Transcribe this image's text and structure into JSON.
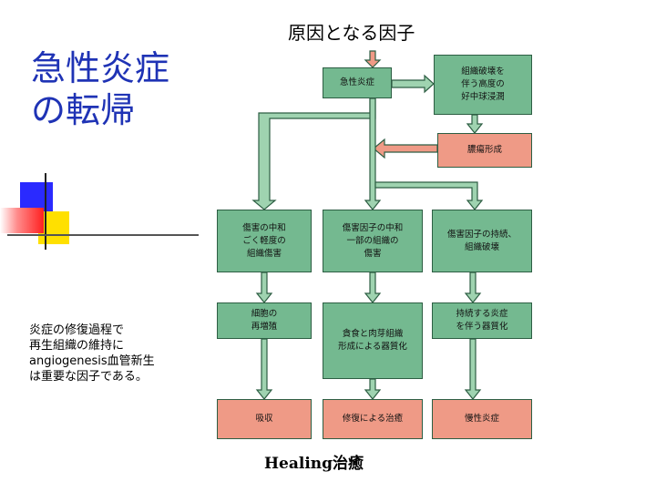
{
  "slide": {
    "title_line1": "急性炎症",
    "title_line2": "の転帰",
    "top_label": "原因となる因子",
    "note_lines": [
      "炎症の修復過程で",
      "再生組織の維持に",
      "angiogenesis血管新生",
      "は重要な因子である。"
    ],
    "footer": "Healing治癒"
  },
  "diagram": {
    "nodes": {
      "acute": "急性炎症",
      "destruction": "組織破壊を\n伴う高度の\n好中球浸潤",
      "abscess": "膿瘍形成",
      "neutral_mild": "傷害の中和\nごく軽度の\n組織傷害",
      "partial": "傷害因子の中和\n一部の組織の\n傷害",
      "persist": "傷害因子の持続、\n組織破壊",
      "regen": "細胞の\n再増殖",
      "phago": "貪食と肉芽組織\n形成による器質化",
      "chronic_org": "持続する炎症\nを伴う器質化",
      "absorb": "吸収",
      "repair": "修復による治癒",
      "chronic": "慢性炎症"
    }
  },
  "colors": {
    "title": "#1f33b5",
    "node_green": "#74b990",
    "node_salmon": "#ef9a86",
    "arrow_green_fill": "#9fd3b0",
    "arrow_salmon_fill": "#ef9a86"
  }
}
